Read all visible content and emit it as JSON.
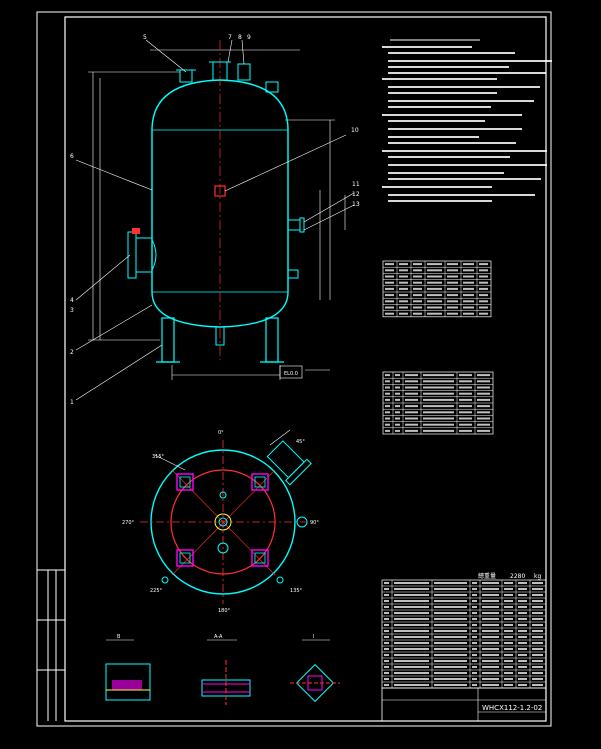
{
  "drawing": {
    "title_number": "WHCX112-1.2-02",
    "total_weight_label": "總重量",
    "total_weight_value": "2280",
    "weight_unit": "kg",
    "elevation_label": "EL0.0",
    "part_callouts": [
      "1",
      "2",
      "3",
      "4",
      "5",
      "6",
      "7",
      "8",
      "9",
      "10",
      "11",
      "12",
      "13"
    ],
    "plan_angles": [
      "45°",
      "90°",
      "135°",
      "180°",
      "225°",
      "270°",
      "315°",
      "0°"
    ],
    "section_labels": [
      "B",
      "A-A",
      "I"
    ],
    "colors": {
      "background": "#000000",
      "frame": "#ffffff",
      "vessel": "#00ffff",
      "centerline": "#ff3030",
      "nozzle": "#ff00ff",
      "dimension": "#ffffff",
      "yellow": "#ffff40",
      "green": "#40ff40"
    }
  }
}
